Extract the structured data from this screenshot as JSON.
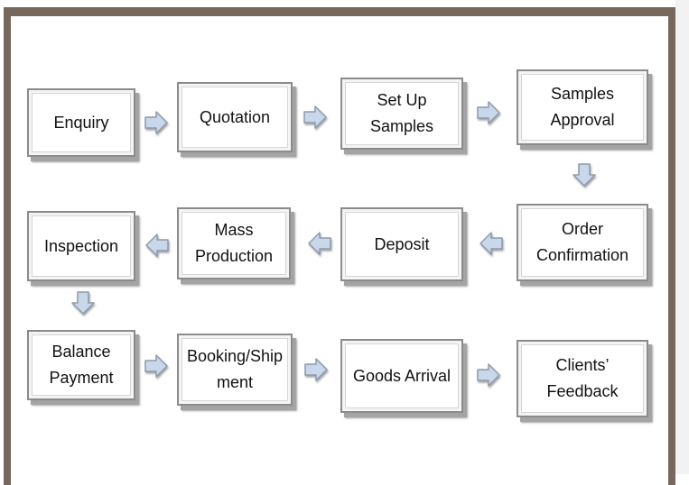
{
  "flow": {
    "steps": [
      {
        "id": "enquiry",
        "label": "Enquiry"
      },
      {
        "id": "quotation",
        "label": "Quotation"
      },
      {
        "id": "set-up-samples",
        "label": "Set Up\nSamples"
      },
      {
        "id": "samples-approval",
        "label": "Samples\nApproval"
      },
      {
        "id": "order-confirmation",
        "label": "Order\nConfirmation"
      },
      {
        "id": "deposit",
        "label": "Deposit"
      },
      {
        "id": "mass-production",
        "label": "Mass\nProduction"
      },
      {
        "id": "inspection",
        "label": "Inspection"
      },
      {
        "id": "balance-payment",
        "label": "Balance\nPayment"
      },
      {
        "id": "booking-shipment",
        "label": "Booking/Ship\nment"
      },
      {
        "id": "goods-arrival",
        "label": "Goods Arrival"
      },
      {
        "id": "clients-feedback",
        "label": "Clients’\nFeedback"
      }
    ],
    "arrows": [
      {
        "from": "enquiry",
        "to": "quotation",
        "direction": "right"
      },
      {
        "from": "quotation",
        "to": "set-up-samples",
        "direction": "right"
      },
      {
        "from": "set-up-samples",
        "to": "samples-approval",
        "direction": "right"
      },
      {
        "from": "samples-approval",
        "to": "order-confirmation",
        "direction": "down"
      },
      {
        "from": "order-confirmation",
        "to": "deposit",
        "direction": "left"
      },
      {
        "from": "deposit",
        "to": "mass-production",
        "direction": "left"
      },
      {
        "from": "mass-production",
        "to": "inspection",
        "direction": "left"
      },
      {
        "from": "inspection",
        "to": "balance-payment",
        "direction": "down"
      },
      {
        "from": "balance-payment",
        "to": "booking-shipment",
        "direction": "right"
      },
      {
        "from": "booking-shipment",
        "to": "goods-arrival",
        "direction": "right"
      },
      {
        "from": "goods-arrival",
        "to": "clients-feedback",
        "direction": "right"
      }
    ]
  },
  "colors": {
    "frame": "#76685c",
    "box_border": "#8b8b8b",
    "arrow_fill": "#c8d7ea",
    "arrow_stroke": "#8d9aab"
  }
}
